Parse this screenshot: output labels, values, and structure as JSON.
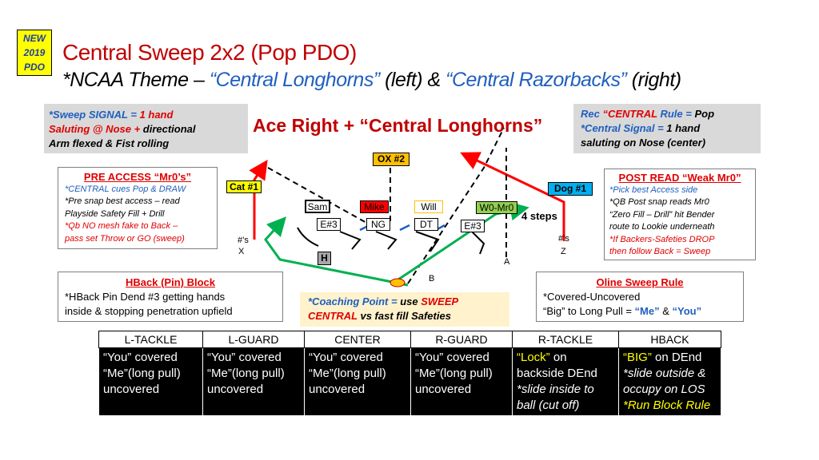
{
  "badge": {
    "line1": "NEW",
    "line2": "2019",
    "line3": "PDO"
  },
  "title": {
    "line1": "Central Sweep 2x2 (Pop PDO)",
    "line2_a": "*NCAA Theme – ",
    "line2_b": "“Central Longhorns”",
    "line2_c": " (left) & ",
    "line2_d": "“Central Razorbacks”",
    "line2_e": " (right)"
  },
  "signal_box": {
    "l1a": "*Sweep SIGNAL = ",
    "l1b": "1 hand",
    "l2a": "Saluting @ Nose + ",
    "l2b": "directional",
    "l3": "Arm flexed & Fist rolling"
  },
  "center_title": "Ace Right + “Central Longhorns”",
  "rec_box": {
    "l1a": "Rec ",
    "l1b": "“CENTRAL",
    "l1c": " Rule = ",
    "l1d": "Pop",
    "l2a": "*Central Signal = ",
    "l2b": "1 hand",
    "l3": "saluting on Nose (center)"
  },
  "pre_access": {
    "heading": "PRE ACCESS “Mr0’s”",
    "lines": [
      "*CENTRAL cues Pop & DRAW",
      "*Pre snap best access – read",
      "Playside Safety Fill + Drill",
      "*Qb NO mesh fake to Back –",
      "pass set Throw or GO (sweep)"
    ]
  },
  "post_read": {
    "heading": "POST READ “Weak Mr0”",
    "lines": [
      "*Pick best Access side",
      "*QB Post snap reads Mr0",
      "“Zero Fill – Drill” hit Bender",
      "route to Lookie underneath",
      "*If Backers-Safeties DROP",
      "then follow Back = Sweep"
    ]
  },
  "hback_box": {
    "heading": "HBack (Pin) Block",
    "lines": [
      "*HBack Pin Dend #3 getting hands",
      "inside & stopping penetration upfield"
    ]
  },
  "oline_box": {
    "heading": "Oline Sweep Rule",
    "l1": "*Covered-Uncovered",
    "l2a": "“Big” to Long Pull = ",
    "l2b": "“Me”",
    "l2c": " & ",
    "l2d": "“You”"
  },
  "coach_box": {
    "l1a": "*Coaching Point = ",
    "l1b": "use ",
    "l1c": "SWEEP",
    "l2a": "CENTRAL",
    "l2b": " vs fast fill Safeties"
  },
  "field": {
    "ox": "OX #2",
    "cat": "Cat #1",
    "dog": "Dog #1",
    "sam": "Sam",
    "mike": "Mike",
    "will": "Will",
    "w0": "W0-Mr0",
    "e3_left": "E#3",
    "ng": "NG",
    "dt": "DT",
    "e3_right": "E#3",
    "steps": "4 steps",
    "x_num": "#’s",
    "x": "X",
    "z_num": "#’s",
    "z": "Z",
    "h": "H",
    "a": "A",
    "b": "B"
  },
  "colors": {
    "title_red": "#c00000",
    "blue": "#1f5fbf",
    "green": "#00b050",
    "mike_red": "#ff0000",
    "badge_yellow": "#ffff00",
    "coach_bg": "#fff2cc"
  },
  "table": {
    "headers": [
      "L-TACKLE",
      "L-GUARD",
      "CENTER",
      "R-GUARD",
      "R-TACKLE",
      "HBACK"
    ],
    "col1": [
      "“You” covered",
      "“Me”(long pull)",
      "uncovered"
    ],
    "col2": [
      "“You” covered",
      "“Me”(long pull)",
      "uncovered"
    ],
    "col3": [
      "“You” covered",
      "“Me”(long pull)",
      "uncovered"
    ],
    "col4": [
      "“You” covered",
      "“Me”(long pull)",
      "uncovered"
    ],
    "col5_a": "“Lock”",
    "col5_b": " on",
    "col5_lines": [
      "backside DEnd",
      "*slide inside to",
      "ball (cut off)"
    ],
    "col6_a": "“BIG”",
    "col6_b": " on DEnd",
    "col6_lines": [
      "*slide outside &",
      "occupy on LOS"
    ],
    "col6_last": "*Run Block Rule"
  }
}
